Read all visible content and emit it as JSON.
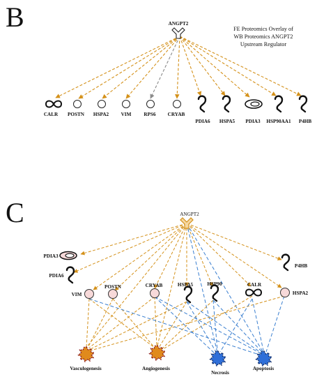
{
  "panel_b": {
    "letter": "B",
    "caption": [
      "FE Proteomics Overlay of",
      "WB Proteomics ANGPT2",
      "Upstream Regulator"
    ],
    "hub": "ANGPT2",
    "targets": [
      "CALR",
      "POSTN",
      "HSPA2",
      "VIM",
      "RPS6",
      "CRYAB",
      "PDIA6",
      "HSPA5",
      "PDIA3",
      "HSP90AA1",
      "P4HB"
    ]
  },
  "panel_c": {
    "letter": "C",
    "hub": "ANGPT2",
    "proteins": [
      "PDIA3",
      "PDIA6",
      "P4HB",
      "VIM",
      "POSTN",
      "CRYAB",
      "HSPA5",
      "HSP90",
      "CALR",
      "HSPA2"
    ],
    "functions": [
      "Vasculogenesis",
      "Angiogenesis",
      "Necrosis",
      "Apoptosis"
    ]
  },
  "colors": {
    "orange_edge": "#d4911a",
    "blue_edge": "#3a7fd0",
    "pink_node": "#f7d9d9",
    "orange_node": "#e08a1c",
    "blue_node": "#2f6fd8",
    "gray_edge": "#9a9a9a"
  }
}
